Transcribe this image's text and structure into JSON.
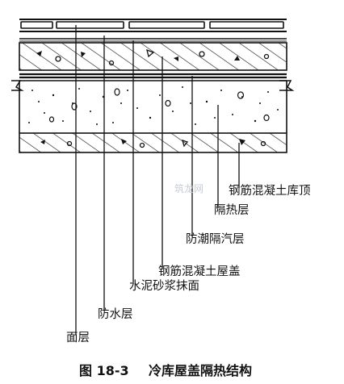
{
  "diagram": {
    "caption_number": "图 18-3",
    "caption_title": "冷库屋盖隔热结构",
    "watermark": "筑龙网",
    "labels": [
      {
        "id": "rc-roof",
        "text": "钢筋混凝土库顶"
      },
      {
        "id": "insulation",
        "text": "隔热层"
      },
      {
        "id": "vapor-barrier",
        "text": "防潮隔汽层"
      },
      {
        "id": "rc-cover",
        "text": "钢筋混凝土屋盖"
      },
      {
        "id": "mortar",
        "text": "水泥砂浆抹面"
      },
      {
        "id": "waterproof",
        "text": "防水层"
      },
      {
        "id": "surface",
        "text": "面层"
      }
    ]
  }
}
